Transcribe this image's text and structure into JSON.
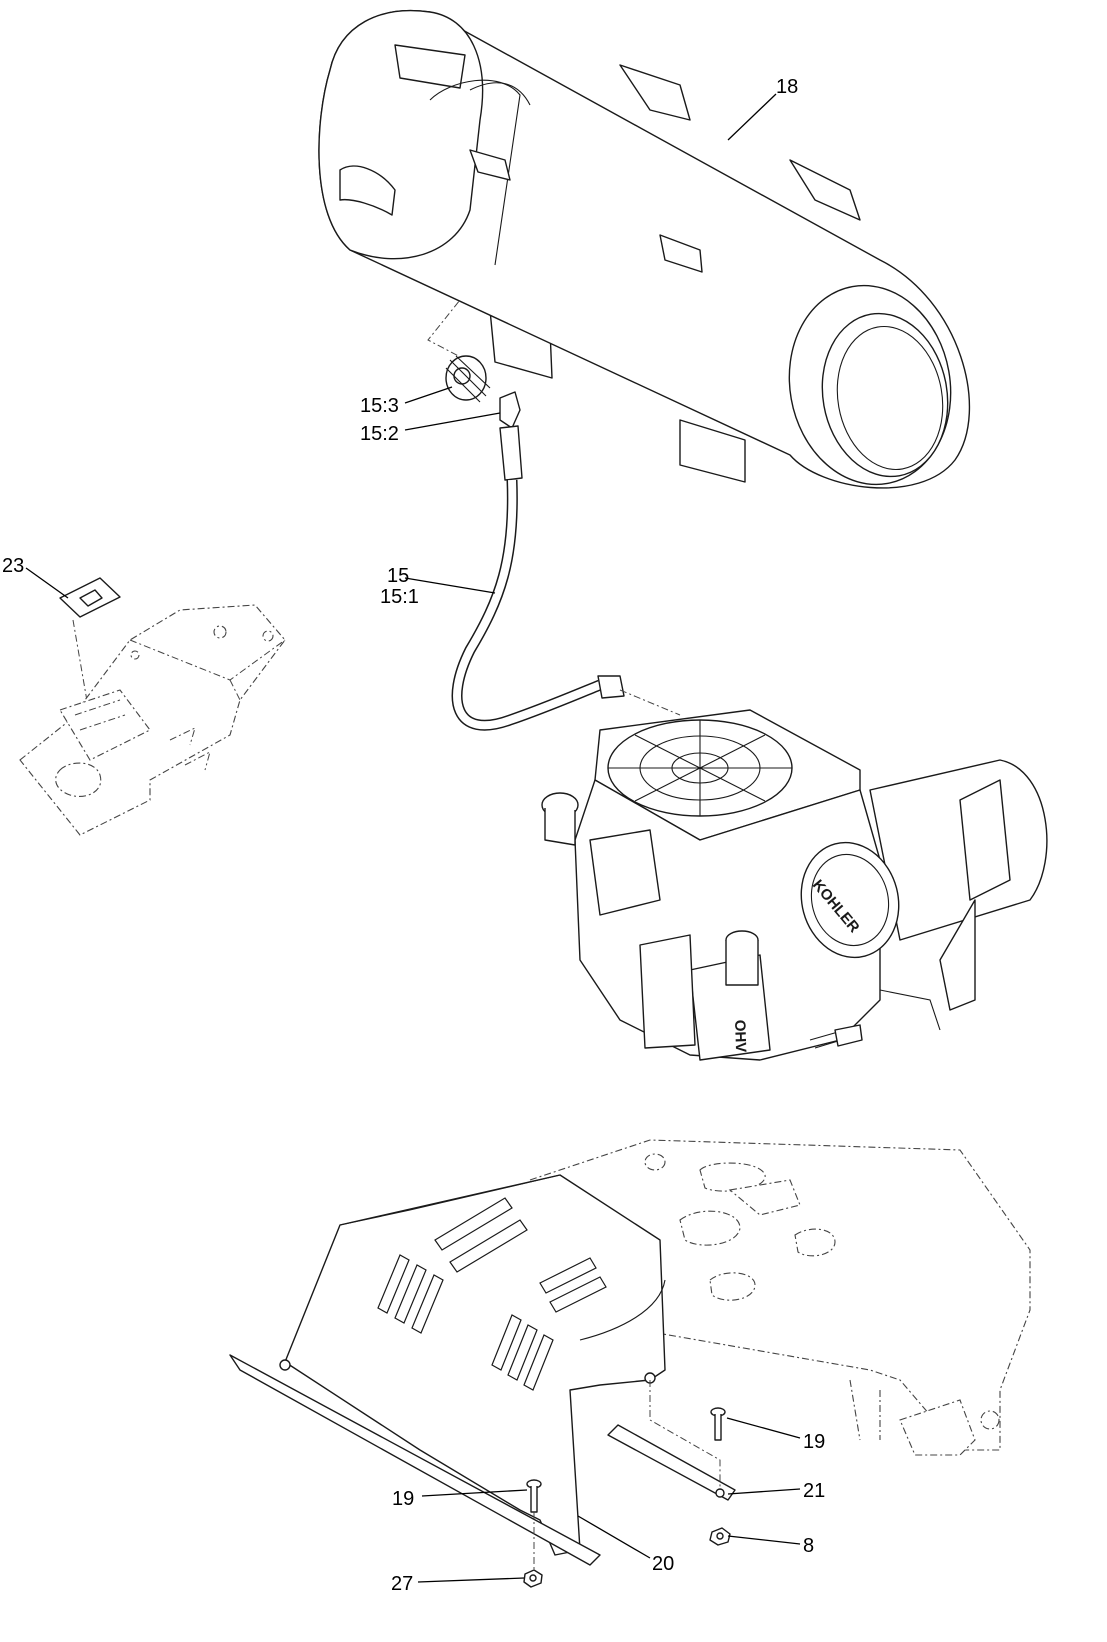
{
  "callouts": {
    "c18": "18",
    "c15_3": "15:3",
    "c15_2": "15:2",
    "c15": "15",
    "c15_1": "15:1",
    "c23": "23",
    "c19_right": "19",
    "c21": "21",
    "c8": "8",
    "c19_left": "19",
    "c20": "20",
    "c27": "27"
  },
  "engine_markings": {
    "brand": "KOHLER",
    "ohv": "OHV"
  }
}
